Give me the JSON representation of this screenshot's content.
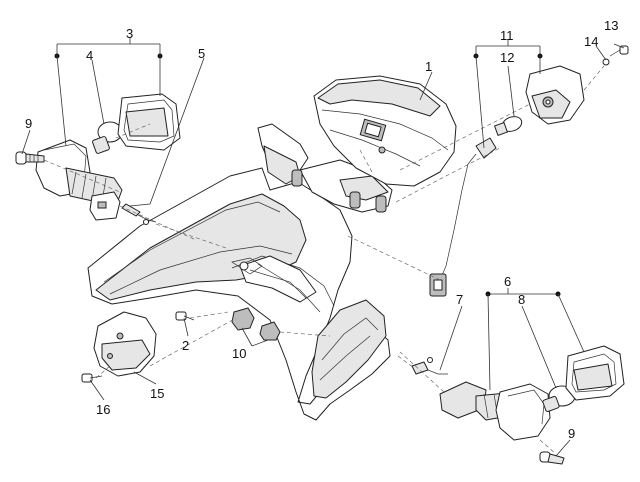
{
  "labels": {
    "l1": "1",
    "l2": "2",
    "l3": "3",
    "l4": "4",
    "l5": "5",
    "l6": "6",
    "l7": "7",
    "l8": "8",
    "l9a": "9",
    "l9b": "9",
    "l10": "10",
    "l11": "11",
    "l12": "12",
    "l13": "13",
    "l14": "14",
    "l15": "15",
    "l16": "16"
  },
  "colors": {
    "line": "#222222",
    "shade": "#e6e6e6",
    "dark": "#bdbdbd"
  }
}
